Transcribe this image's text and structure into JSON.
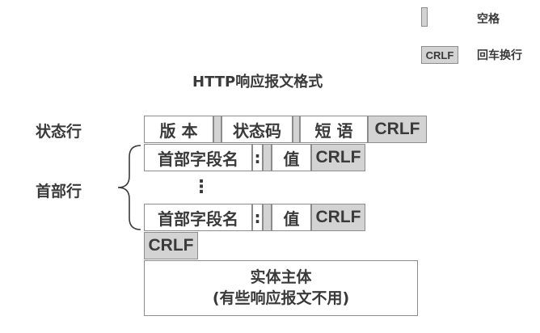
{
  "legend": {
    "space_label": "空格",
    "crlf_sample": "CRLF",
    "crlf_label": "回车换行"
  },
  "title": "HTTP响应报文格式",
  "row_labels": {
    "status_line": "状态行",
    "header_lines": "首部行"
  },
  "status_line": {
    "version": "版 本",
    "status_code": "状态码",
    "phrase": "短 语",
    "crlf": "CRLF"
  },
  "header_line": {
    "field_name": "首部字段名",
    "colon": ":",
    "value": "值",
    "crlf": "CRLF"
  },
  "ellipsis": "⋮",
  "blank_line_crlf": "CRLF",
  "entity_body": {
    "line1": "实体主体",
    "line2": "(有些响应报文不用)"
  },
  "colors": {
    "gray_fill": "#d3d3d3",
    "border": "#8c8c8c",
    "text": "#3a3a3a"
  }
}
